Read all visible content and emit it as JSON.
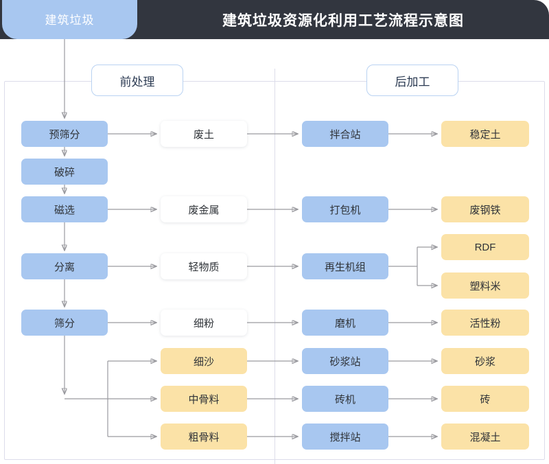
{
  "header": {
    "tab_label": "建筑垃圾",
    "title": "建筑垃圾资源化利用工艺流程示意图",
    "tab_color": "#a8c7f0",
    "bar_color": "#32363f"
  },
  "sections": [
    {
      "id": "pre",
      "label": "前处理"
    },
    {
      "id": "post",
      "label": "后加工"
    }
  ],
  "palette": {
    "blue": "#a8c7f0",
    "white": "#ffffff",
    "yellow": "#fbe2a7",
    "edge": "#9a9a9f",
    "panel_border": "#dcdcea"
  },
  "columns": [
    {
      "id": "process",
      "style": "blue"
    },
    {
      "id": "material",
      "style": "mixed"
    },
    {
      "id": "machine",
      "style": "blue"
    },
    {
      "id": "product",
      "style": "yellow"
    }
  ],
  "nodes": {
    "process": [
      {
        "id": "p1",
        "label": "预筛分",
        "style": "blue"
      },
      {
        "id": "p2",
        "label": "破碎",
        "style": "blue"
      },
      {
        "id": "p3",
        "label": "磁选",
        "style": "blue"
      },
      {
        "id": "p4",
        "label": "分离",
        "style": "blue"
      },
      {
        "id": "p5",
        "label": "筛分",
        "style": "blue"
      }
    ],
    "material": [
      {
        "id": "m1",
        "label": "废土",
        "style": "white"
      },
      {
        "id": "m2",
        "label": "废金属",
        "style": "white"
      },
      {
        "id": "m3",
        "label": "轻物质",
        "style": "white"
      },
      {
        "id": "m4",
        "label": "细粉",
        "style": "white"
      },
      {
        "id": "m5",
        "label": "细沙",
        "style": "yellow"
      },
      {
        "id": "m6",
        "label": "中骨料",
        "style": "yellow"
      },
      {
        "id": "m7",
        "label": "粗骨料",
        "style": "yellow"
      }
    ],
    "machine": [
      {
        "id": "k1",
        "label": "拌合站",
        "style": "blue"
      },
      {
        "id": "k2",
        "label": "打包机",
        "style": "blue"
      },
      {
        "id": "k3",
        "label": "再生机组",
        "style": "blue"
      },
      {
        "id": "k4",
        "label": "磨机",
        "style": "blue"
      },
      {
        "id": "k5",
        "label": "砂浆站",
        "style": "blue"
      },
      {
        "id": "k6",
        "label": "砖机",
        "style": "blue"
      },
      {
        "id": "k7",
        "label": "搅拌站",
        "style": "blue"
      }
    ],
    "product": [
      {
        "id": "r1",
        "label": "稳定土",
        "style": "yellow"
      },
      {
        "id": "r2",
        "label": "废钢铁",
        "style": "yellow"
      },
      {
        "id": "r3",
        "label": "RDF",
        "style": "yellow"
      },
      {
        "id": "r4",
        "label": "塑料米",
        "style": "yellow"
      },
      {
        "id": "r5",
        "label": "活性粉",
        "style": "yellow"
      },
      {
        "id": "r6",
        "label": "砂浆",
        "style": "yellow"
      },
      {
        "id": "r7",
        "label": "砖",
        "style": "yellow"
      },
      {
        "id": "r8",
        "label": "混凝土",
        "style": "yellow"
      }
    ]
  },
  "flow_edges": [
    "建筑垃圾 → 预筛分",
    "预筛分 → 破碎",
    "破碎 → 磁选",
    "磁选 → 分离",
    "分离 → 筛分",
    "预筛分 → 废土",
    "磁选 → 废金属",
    "分离 → 轻物质",
    "筛分 → 细粉",
    "筛分 → 细沙",
    "筛分 → 中骨料",
    "筛分 → 粗骨料",
    "废土 → 拌合站",
    "废金属 → 打包机",
    "轻物质 → 再生机组",
    "细粉 → 磨机",
    "细沙 → 砂浆站",
    "中骨料 → 砖机",
    "粗骨料 → 搅拌站",
    "拌合站 → 稳定土",
    "打包机 → 废钢铁",
    "再生机组 → RDF",
    "再生机组 → 塑料米",
    "磨机 → 活性粉",
    "砂浆站 → 砂浆",
    "砖机 → 砖",
    "搅拌站 → 混凝土"
  ]
}
